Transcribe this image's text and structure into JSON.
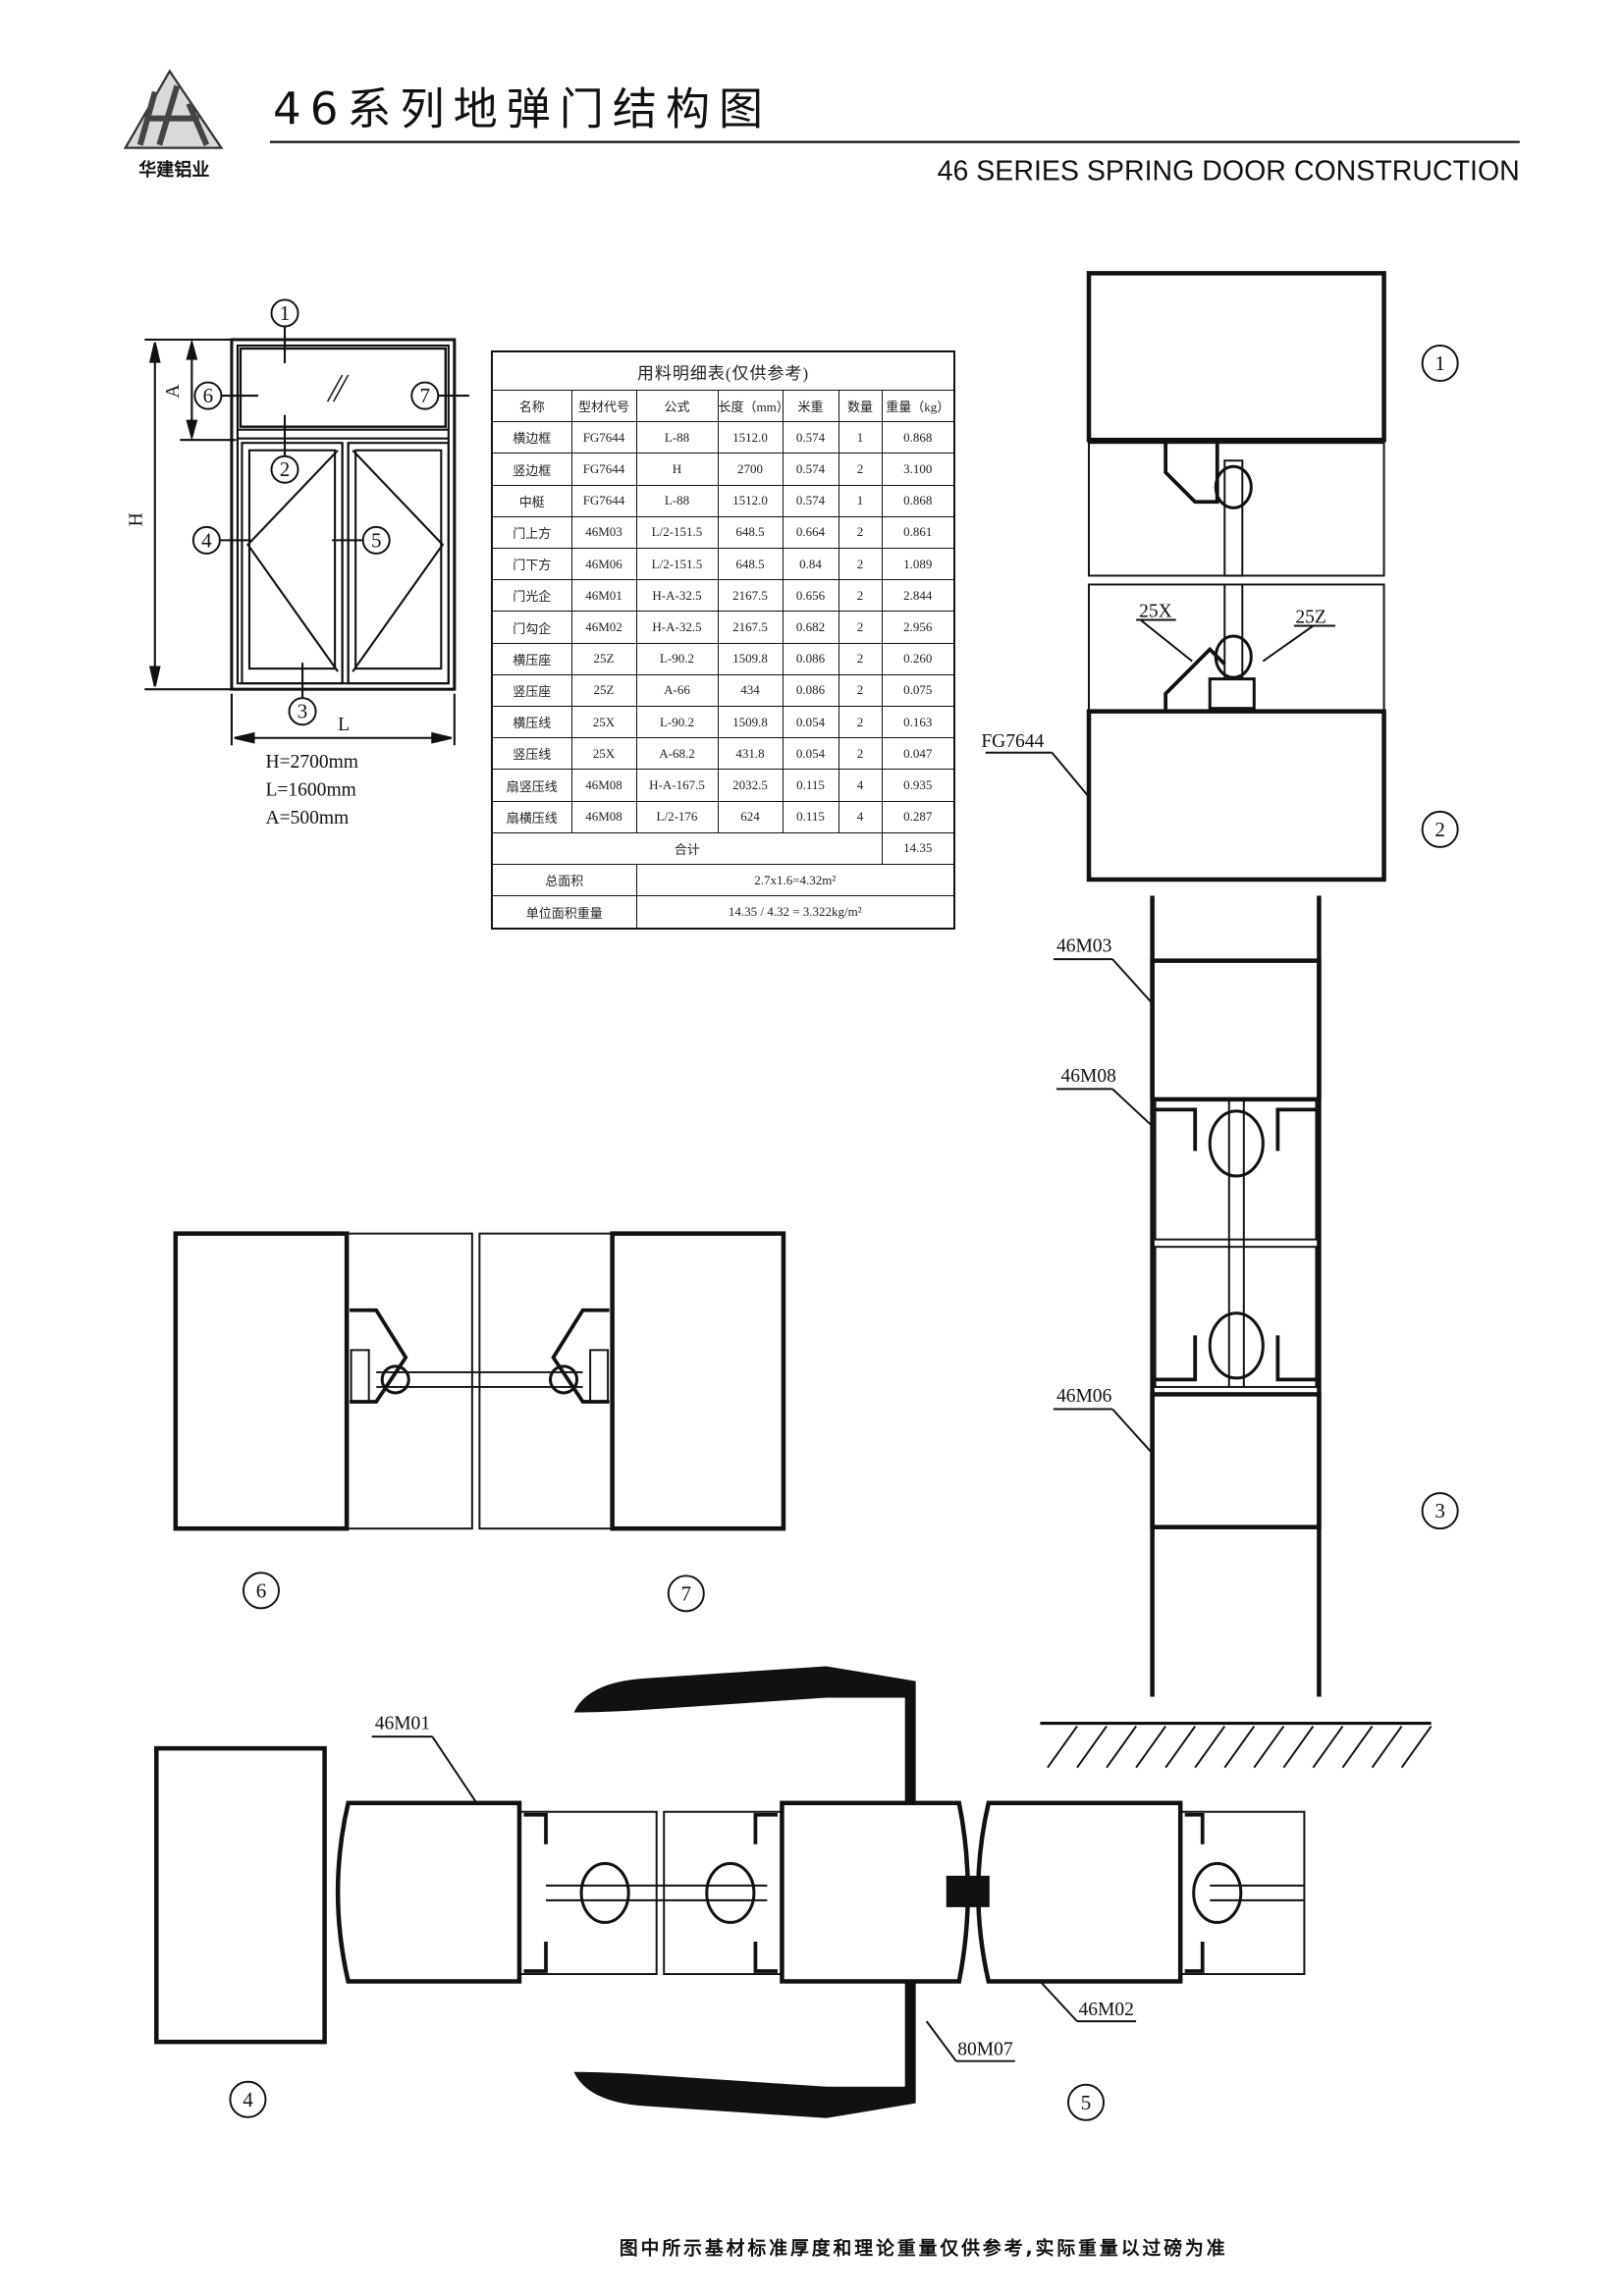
{
  "header": {
    "logo_text": "华建铝业",
    "title": "46系列地弹门结构图",
    "subtitle_en": "46 SERIES SPRING DOOR CONSTRUCTION"
  },
  "elevation": {
    "callouts": [
      "1",
      "2",
      "3",
      "4",
      "5",
      "6",
      "7"
    ],
    "dim_h": "H",
    "dim_l": "L",
    "dim_a": "A",
    "specs": [
      "H=2700mm",
      "L=1600mm",
      "A=500mm"
    ]
  },
  "table": {
    "caption": "用料明细表(仅供参考)",
    "headers": [
      "名称",
      "型材代号",
      "公式",
      "长度（mm）",
      "米重",
      "数量",
      "重量（kg）"
    ],
    "rows": [
      [
        "横边框",
        "FG7644",
        "L-88",
        "1512.0",
        "0.574",
        "1",
        "0.868"
      ],
      [
        "竖边框",
        "FG7644",
        "H",
        "2700",
        "0.574",
        "2",
        "3.100"
      ],
      [
        "中梃",
        "FG7644",
        "L-88",
        "1512.0",
        "0.574",
        "1",
        "0.868"
      ],
      [
        "门上方",
        "46M03",
        "L/2-151.5",
        "648.5",
        "0.664",
        "2",
        "0.861"
      ],
      [
        "门下方",
        "46M06",
        "L/2-151.5",
        "648.5",
        "0.84",
        "2",
        "1.089"
      ],
      [
        "门光企",
        "46M01",
        "H-A-32.5",
        "2167.5",
        "0.656",
        "2",
        "2.844"
      ],
      [
        "门勾企",
        "46M02",
        "H-A-32.5",
        "2167.5",
        "0.682",
        "2",
        "2.956"
      ],
      [
        "横压座",
        "25Z",
        "L-90.2",
        "1509.8",
        "0.086",
        "2",
        "0.260"
      ],
      [
        "竖压座",
        "25Z",
        "A-66",
        "434",
        "0.086",
        "2",
        "0.075"
      ],
      [
        "横压线",
        "25X",
        "L-90.2",
        "1509.8",
        "0.054",
        "2",
        "0.163"
      ],
      [
        "竖压线",
        "25X",
        "A-68.2",
        "431.8",
        "0.054",
        "2",
        "0.047"
      ],
      [
        "扇竖压线",
        "46M08",
        "H-A-167.5",
        "2032.5",
        "0.115",
        "4",
        "0.935"
      ],
      [
        "扇横压线",
        "46M08",
        "L/2-176",
        "624",
        "0.115",
        "4",
        "0.287"
      ]
    ],
    "total_label": "合计",
    "total_value": "14.35",
    "area_label": "总面积",
    "area_value": "2.7x1.6=4.32m²",
    "unit_label": "单位面积重量",
    "unit_value": "14.35 / 4.32 = 3.322kg/m²"
  },
  "sections": {
    "profile_25x": "25X",
    "profile_25z": "25Z",
    "profile_fg7644": "FG7644",
    "profile_46m03": "46M03",
    "profile_46m08": "46M08",
    "profile_46m06": "46M06",
    "profile_46m01": "46M01",
    "profile_46m02": "46M02",
    "profile_80m07": "80M07"
  },
  "footer": {
    "note": "图中所示基材标准厚度和理论重量仅供参考,实际重量以过磅为准"
  }
}
